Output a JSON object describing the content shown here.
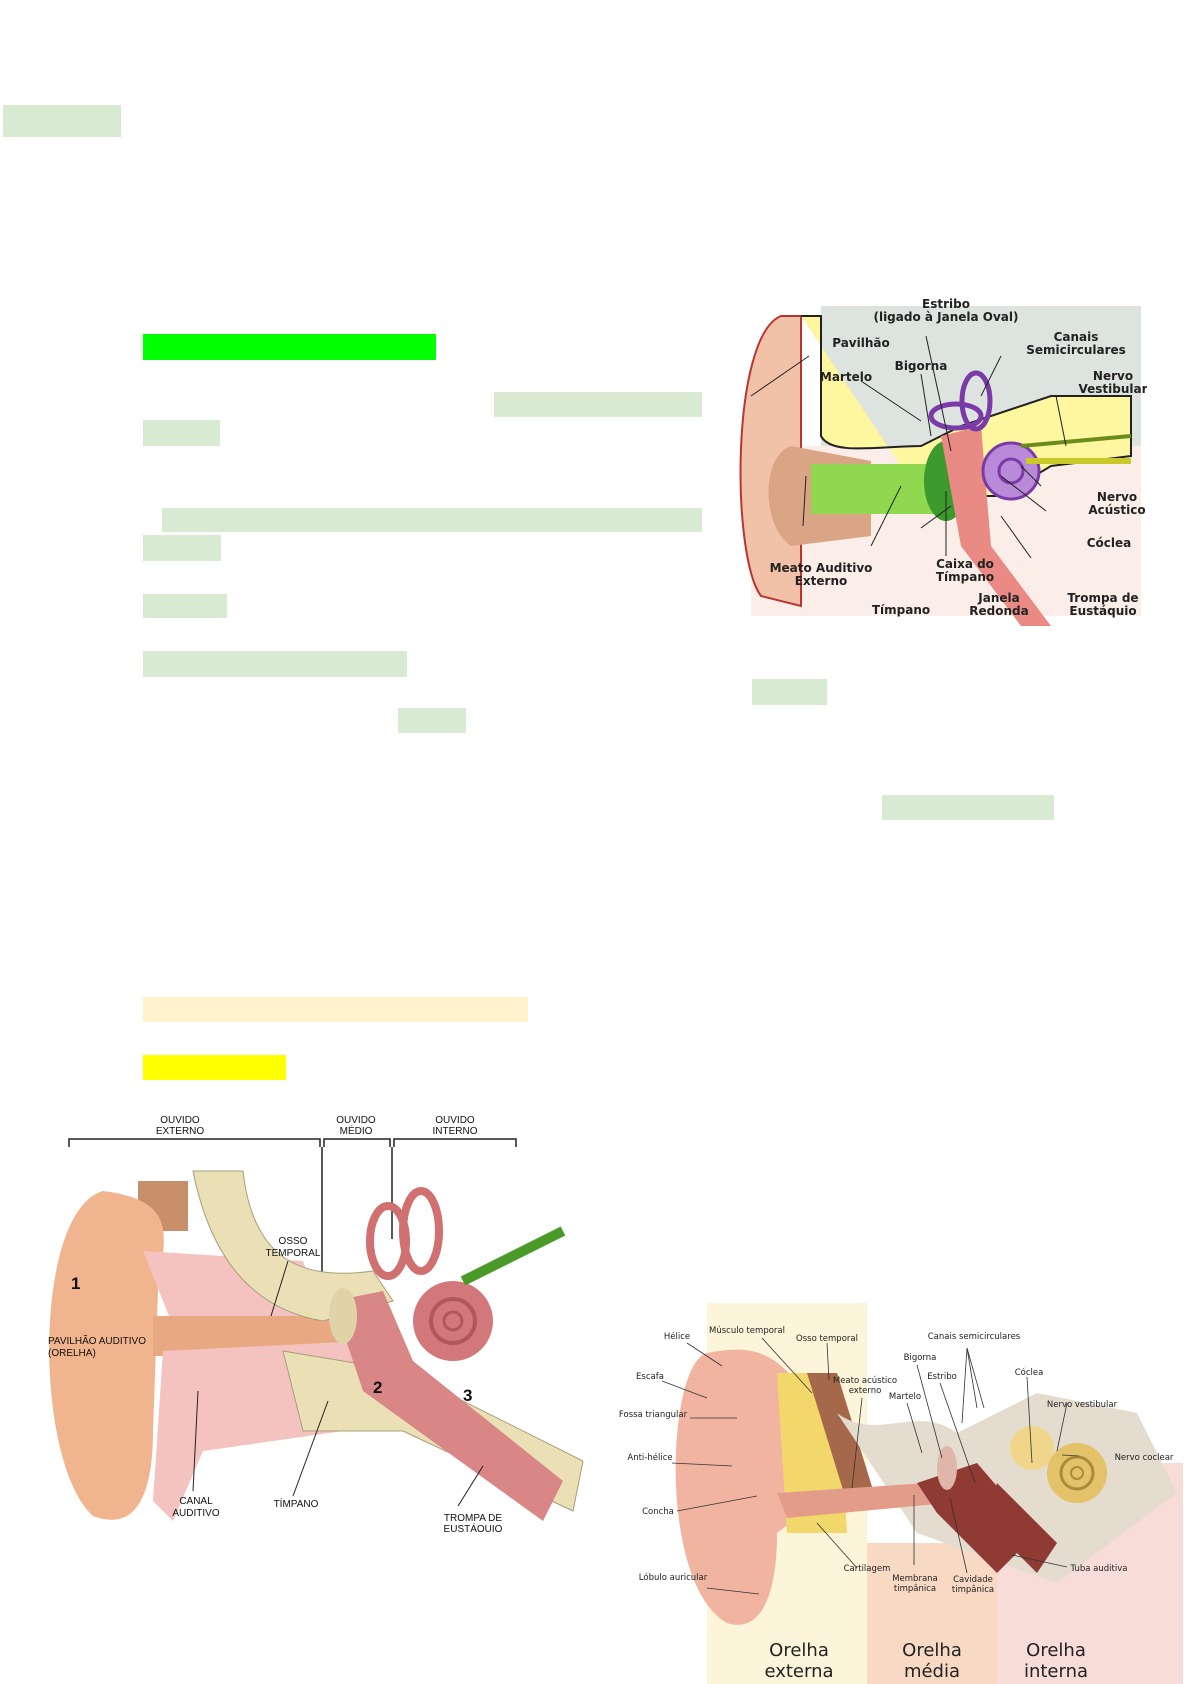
{
  "highlights": {
    "colors": {
      "light_green": "#d9ead3",
      "bright_green": "#00ff00",
      "cream": "#fff2cc",
      "yellow": "#ffff00"
    }
  },
  "figure1": {
    "labels": {
      "estribo": "Estribo",
      "estribo_sub": "(ligado à Janela Oval)",
      "pavilhao": "Pavilhão",
      "canais1": "Canais",
      "canais2": "Semicirculares",
      "bigorna": "Bigorna",
      "martelo": "Martelo",
      "nervo_vest1": "Nervo",
      "nervo_vest2": "Vestibular",
      "nervo_ac1": "Nervo",
      "nervo_ac2": "Acústico",
      "coclea": "Cóclea",
      "meato1": "Meato Auditivo",
      "meato2": "Externo",
      "caixa1": "Caixa do",
      "caixa2": "Tímpano",
      "timpano": "Tímpano",
      "janela1": "Janela",
      "janela2": "Redonda",
      "trompa1": "Trompa de",
      "trompa2": "Eustáquio"
    }
  },
  "figure2": {
    "labels": {
      "ext1": "OUVIDO",
      "ext2": "EXTERNO",
      "med1": "OUVIDO",
      "med2": "MÉDIO",
      "int1": "OUVIDO",
      "int2": "INTERNO",
      "osso1": "OSSO",
      "osso2": "TEMPORAL",
      "pav1": "PAVILHÃO AUDITIVO",
      "pav2": "(ORELHA)",
      "canal1": "CANAL",
      "canal2": "AUDITIVO",
      "timpano": "TÍMPANO",
      "trompa1": "TROMPA DE",
      "trompa2": "EUSTÁQUIO",
      "n1": "1",
      "n2": "2",
      "n3": "3"
    }
  },
  "figure3": {
    "labels": {
      "helice": "Hélice",
      "musculo": "Músculo temporal",
      "osso": "Osso temporal",
      "canais": "Canais semicirculares",
      "bigorna": "Bigorna",
      "estribo": "Estribo",
      "coclea": "Cóclea",
      "escafa": "Escafa",
      "meato1": "Meato acústico",
      "meato2": "externo",
      "martelo": "Martelo",
      "nervo_vest": "Nervo vestibular",
      "fossa": "Fossa triangular",
      "anti": "Anti-hélice",
      "nervo_coc": "Nervo coclear",
      "concha": "Concha",
      "cartilagem": "Cartilagem",
      "lobulo": "Lóbulo auricular",
      "membrana1": "Membrana",
      "membrana2": "timpânica",
      "cavidade1": "Cavidade",
      "cavidade2": "timpânica",
      "tuba": "Tuba auditiva",
      "oe1": "Orelha",
      "oe2": "externa",
      "om1": "Orelha",
      "om2": "média",
      "oi1": "Orelha",
      "oi2": "interna"
    }
  }
}
